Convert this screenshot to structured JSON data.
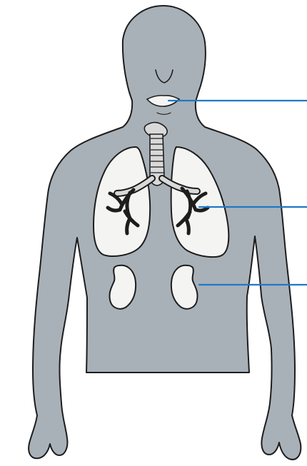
{
  "diagram": {
    "colors": {
      "background": "#ffffff",
      "body_fill": "#a9b1b8",
      "outline": "#1d1d1d",
      "organ_fill": "#f4f4f2",
      "airway_fill": "#d9d9d9",
      "leader_line": "#1f78c8"
    },
    "labels": [
      {
        "target": "mouth",
        "text": ""
      },
      {
        "target": "lungs",
        "text": ""
      },
      {
        "target": "kidneys",
        "text": ""
      }
    ]
  }
}
